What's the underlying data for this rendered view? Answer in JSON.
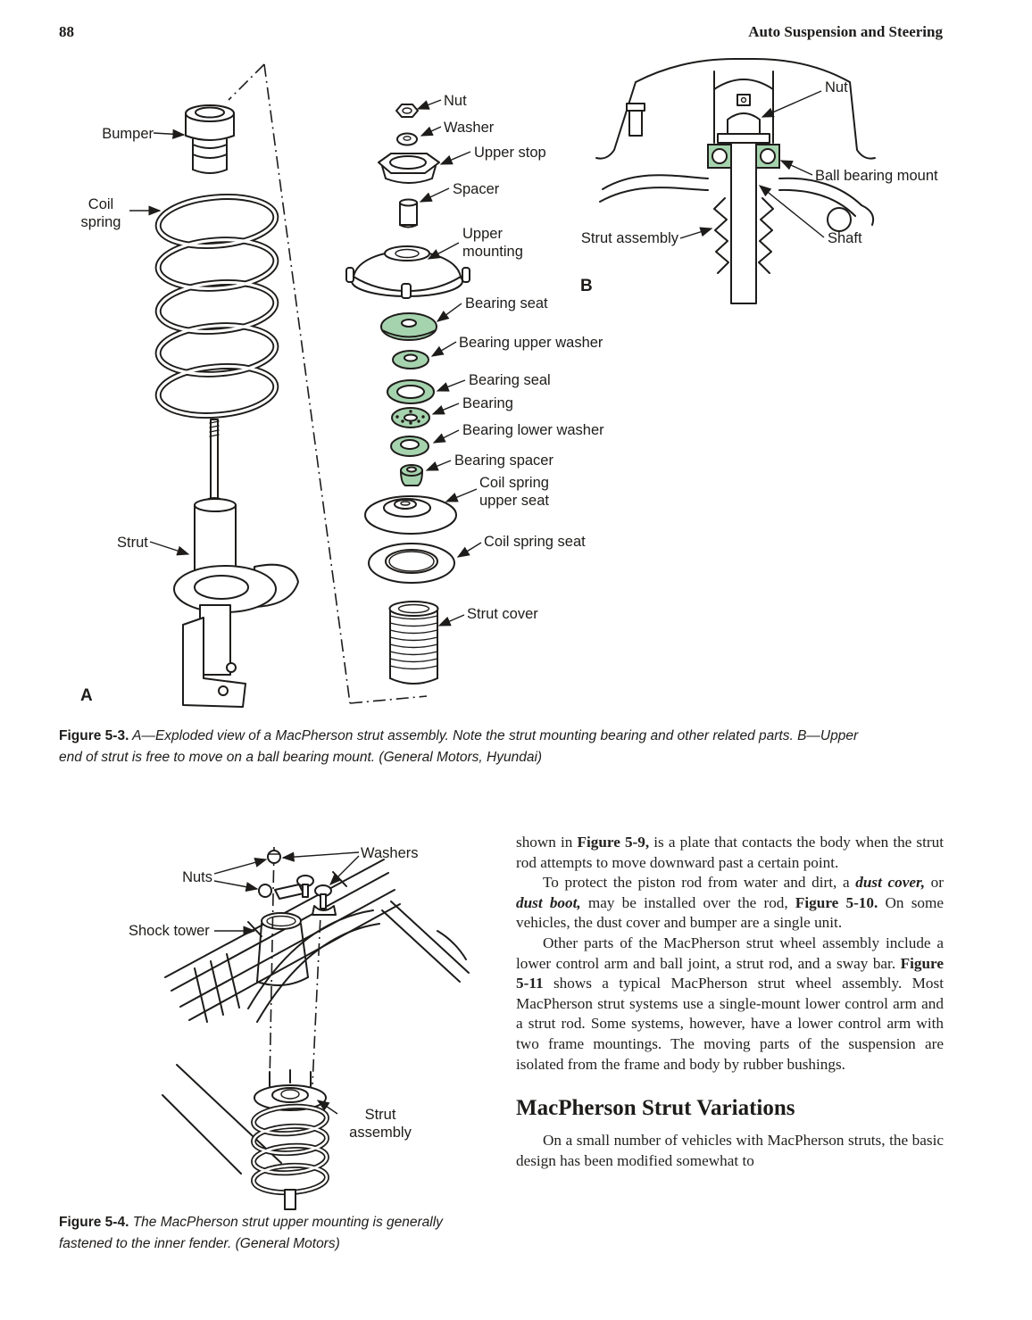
{
  "page": {
    "number": "88",
    "running_title": "Auto Suspension and Steering"
  },
  "colors": {
    "part_green": "#a5d3ae",
    "ink": "#1e1c1a"
  },
  "figure_5_3": {
    "part_label_a": "A",
    "part_label_b": "B",
    "labels": {
      "bumper": "Bumper",
      "coil_spring": "Coil spring",
      "strut": "Strut",
      "nut": "Nut",
      "washer": "Washer",
      "upper_stop": "Upper stop",
      "spacer": "Spacer",
      "upper_mounting": "Upper mounting",
      "bearing_seat": "Bearing seat",
      "bearing_upper_washer": "Bearing upper washer",
      "bearing_seal": "Bearing seal",
      "bearing": "Bearing",
      "bearing_lower_washer": "Bearing lower washer",
      "bearing_spacer": "Bearing spacer",
      "coil_spring_upper_seat": "Coil spring upper seat",
      "coil_spring_seat": "Coil spring seat",
      "strut_cover": "Strut cover",
      "nut_b": "Nut",
      "ball_bearing_mount": "Ball bearing mount",
      "strut_assembly": "Strut assembly",
      "shaft": "Shaft"
    },
    "caption_lead": "Figure 5-3.",
    "caption_text": "A—Exploded view of a MacPherson strut assembly. Note the strut mounting bearing and other related parts. B—Upper end of strut is free to move on a ball bearing mount. (General Motors, Hyundai)"
  },
  "figure_5_4": {
    "labels": {
      "washers": "Washers",
      "nuts": "Nuts",
      "shock_tower": "Shock tower",
      "strut_assembly": "Strut assembly"
    },
    "caption_lead": "Figure 5-4.",
    "caption_text": "The MacPherson strut upper mounting is generally fastened to the inner fender. (General Motors)"
  },
  "article": {
    "p1": [
      {
        "t": "shown in "
      },
      {
        "t": "Figure 5-9,"
      },
      {
        "t": " is a plate that contacts the body when the strut rod attempts to move downward past a certain point."
      }
    ],
    "p2": [
      {
        "t": "To protect the piston rod from water and dirt, a "
      },
      {
        "t": "dust cover,"
      },
      {
        "t": " or "
      },
      {
        "t": "dust boot,"
      },
      {
        "t": " may be installed over the rod, "
      },
      {
        "t": "Figure 5-10."
      },
      {
        "t": " On some vehicles, the dust cover and bumper are a single unit."
      }
    ],
    "p3": [
      {
        "t": "Other parts of the MacPherson strut wheel assembly include a lower control arm and ball joint, a strut rod, and a sway bar. "
      },
      {
        "t": "Figure 5-11"
      },
      {
        "t": " shows a typical MacPherson strut wheel assembly. Most MacPherson strut systems use a single-mount lower control arm and a strut rod. Some systems, however, have a lower control arm with two frame mountings. The moving parts of the suspension are isolated from the frame and body by rubber bushings."
      }
    ],
    "heading": "MacPherson Strut Variations",
    "p4": [
      {
        "t": "On a small number of vehicles with MacPherson struts, the basic design has been modified somewhat to"
      }
    ]
  }
}
